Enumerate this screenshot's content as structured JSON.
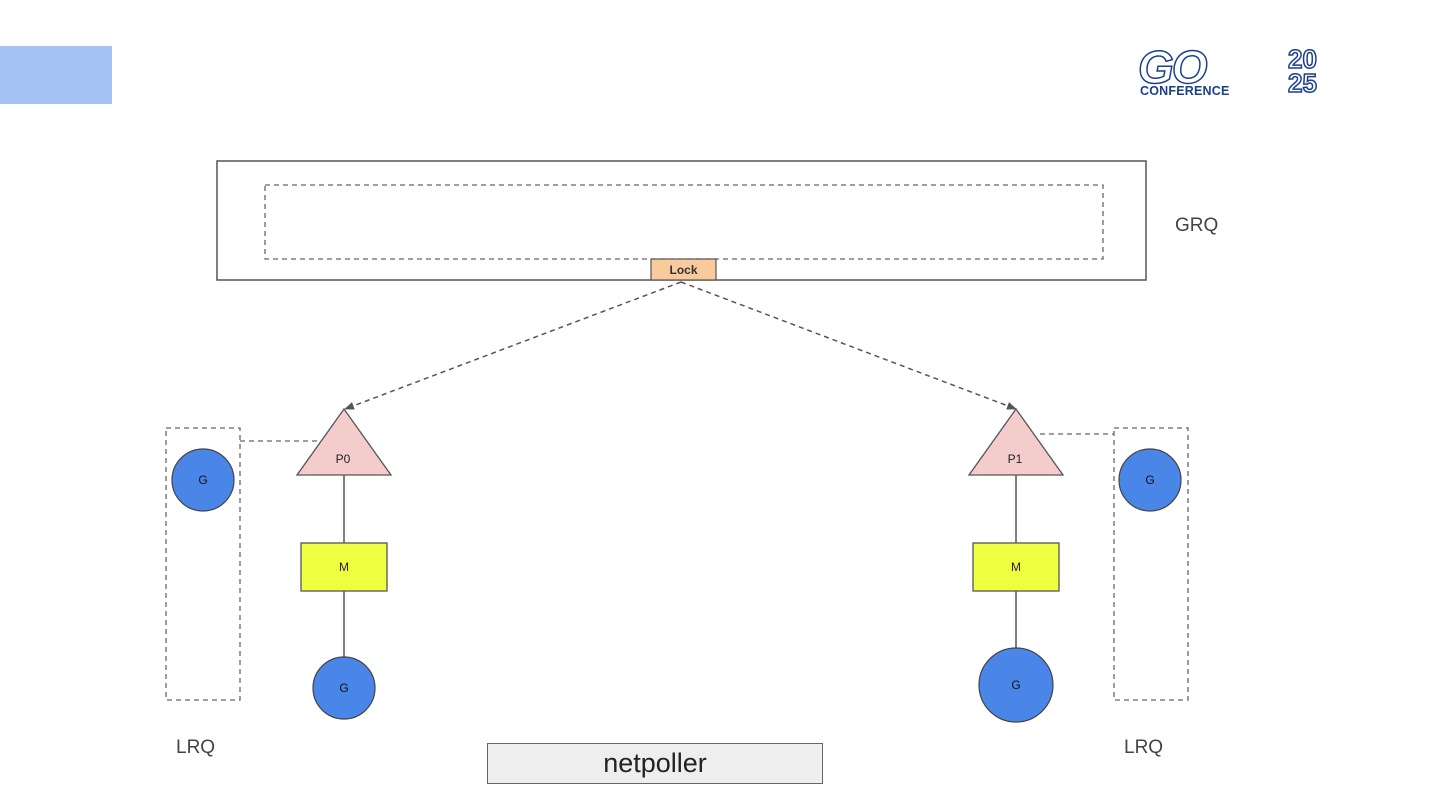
{
  "colors": {
    "accent_bar": "#a4c2f4",
    "goroutine_fill": "#4a86e8",
    "processor_fill": "#f4cccc",
    "machine_fill": "#eeff41",
    "lock_fill": "#f9cb9c",
    "logo_blue": "#1c3f8c",
    "stroke": "#555555",
    "netpoller_fill": "#eeeeee"
  },
  "logo": {
    "word": "GO",
    "year_top": "20",
    "year_bottom": "25",
    "subtitle": "CONFERENCE"
  },
  "grq": {
    "label": "GRQ",
    "lock_label": "Lock"
  },
  "left_group": {
    "lrq_label": "LRQ",
    "queued_g": "G",
    "processor": "P0",
    "machine": "M",
    "running_g": "G"
  },
  "right_group": {
    "lrq_label": "LRQ",
    "queued_g": "G",
    "processor": "P1",
    "machine": "M",
    "running_g": "G"
  },
  "netpoller": {
    "label": "netpoller"
  }
}
